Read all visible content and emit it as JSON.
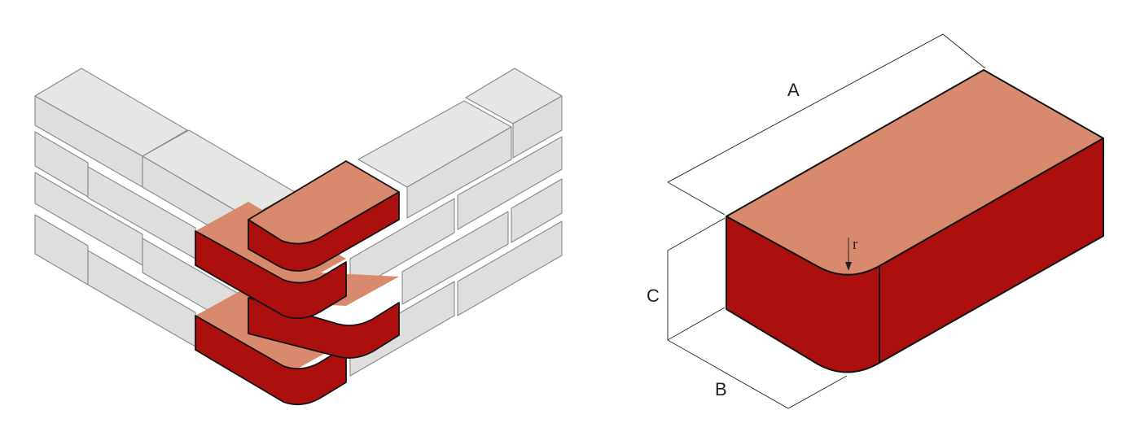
{
  "colors": {
    "brick_top": "#e6e6e5",
    "brick_front": "#dededd",
    "brick_side": "#f2f2f1",
    "brick_edge": "#888888",
    "rounded_brick_top": "#d98a6e",
    "rounded_brick_side": "#ab100e",
    "dimension_line": "#333333"
  },
  "labels": {
    "length": "A",
    "width": "B",
    "height": "C",
    "radius": "r"
  }
}
